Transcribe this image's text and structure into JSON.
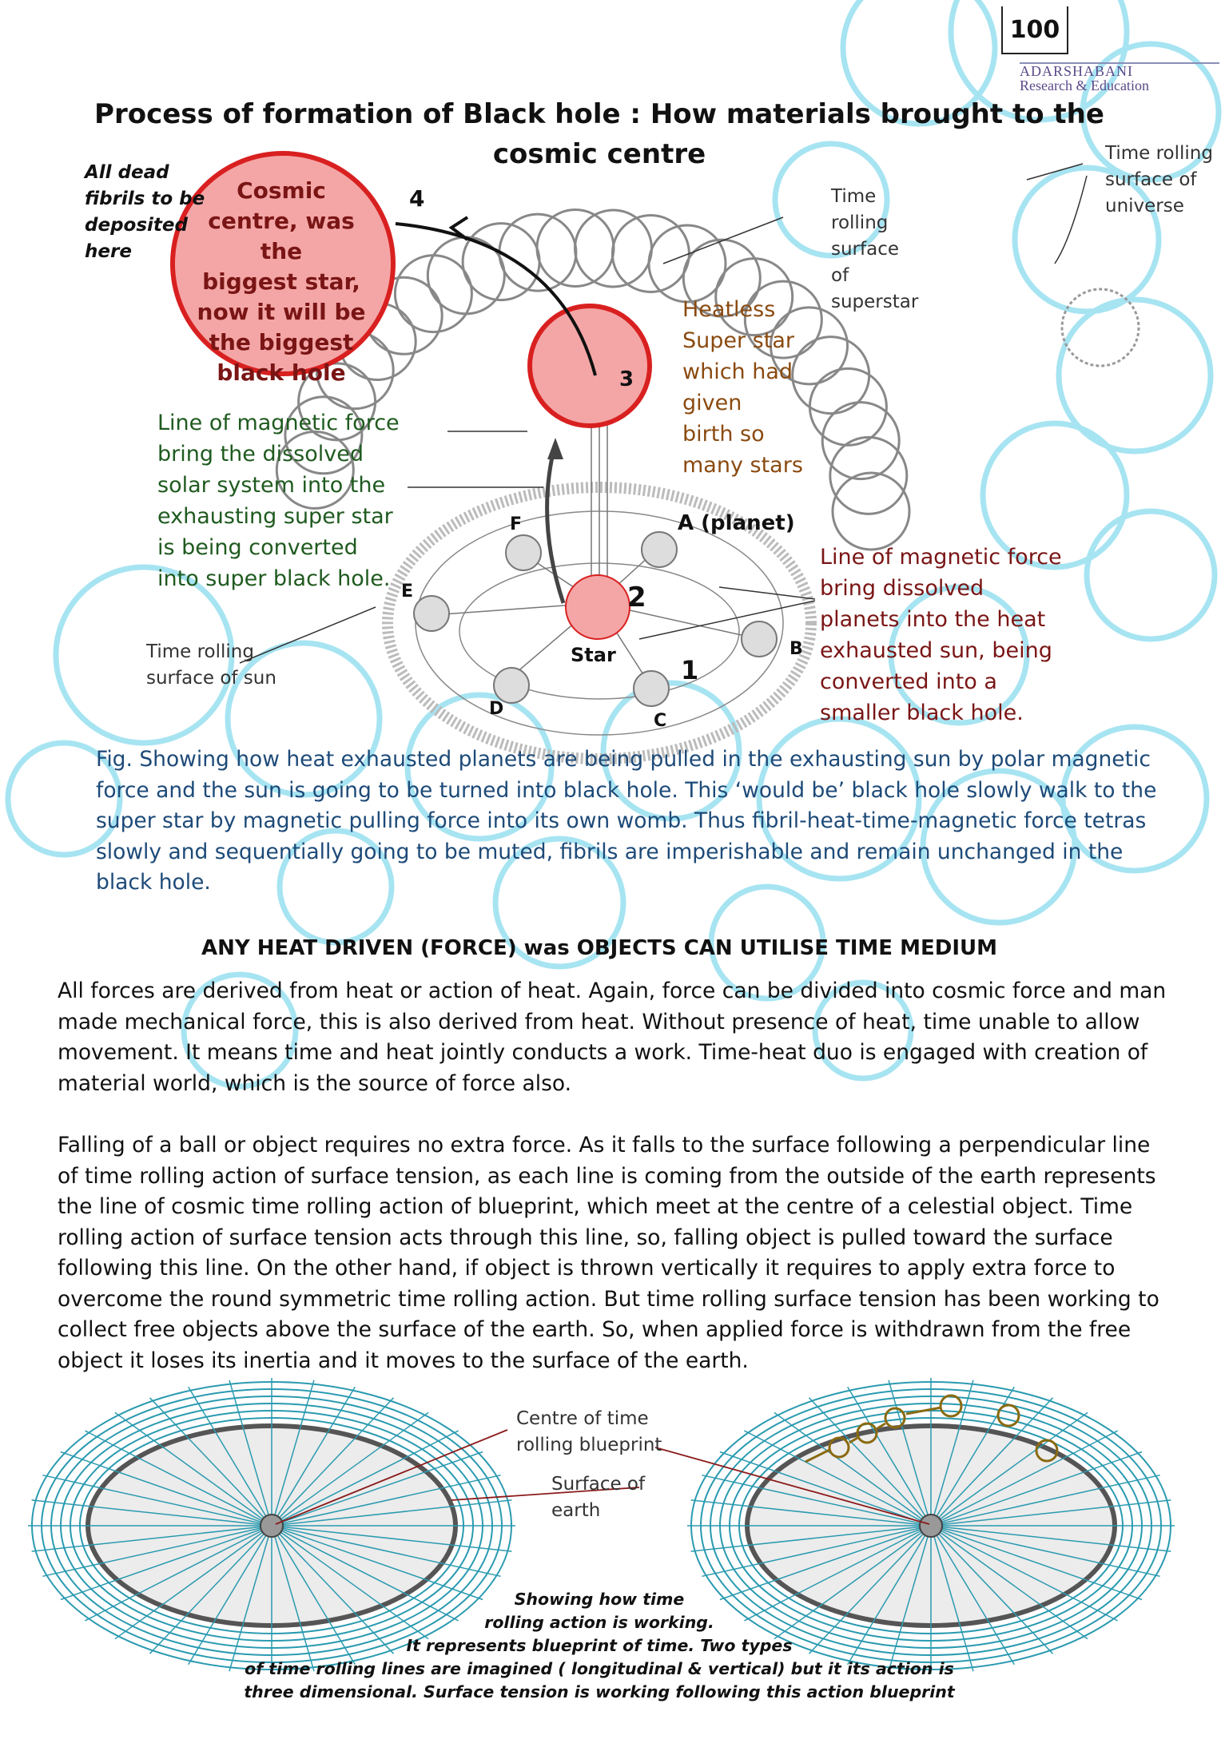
{
  "page": {
    "number": "100",
    "logo_line1": "ADARSHABANI",
    "logo_line2": "Research & Education"
  },
  "title": {
    "line1": "Process of formation of Black hole : How materials brought to the",
    "line2": "cosmic centre"
  },
  "figure1": {
    "dead_fibrils": [
      "All dead",
      "fibrils to be",
      "deposited",
      "here"
    ],
    "cosmic_centre": [
      "Cosmic",
      "centre, was the",
      "biggest star,",
      "now it will be",
      "the biggest",
      "black hole"
    ],
    "num_4": "4",
    "num_3": "3",
    "num_2": "2",
    "num_1": "1",
    "time_rolling_universe": [
      "Time rolling",
      "surface of",
      "universe"
    ],
    "time_rolling_superstar": [
      "Time",
      "rolling",
      "surface",
      "of",
      "superstar"
    ],
    "heatless_superstar": [
      "Heatless",
      "Super star",
      "which had",
      "given",
      "birth so",
      "many stars"
    ],
    "green_note": [
      "Line of magnetic force",
      "bring the dissolved",
      "solar system into the",
      "exhausting super star",
      "is being converted",
      "into super black hole."
    ],
    "brown_note": [
      "Line of magnetic force",
      "bring dissolved",
      "planets into the heat",
      "exhausted sun, being",
      "converted into a",
      "smaller black hole."
    ],
    "time_rolling_sun": [
      "Time rolling",
      "surface of sun"
    ],
    "planet_labels": {
      "A": "A  (planet)",
      "B": "B",
      "C": "C",
      "D": "D",
      "E": "E",
      "F": "F",
      "star": "Star"
    }
  },
  "caption": "Fig. Showing how heat exhausted planets are being pulled in the exhausting sun by polar magnetic force and the sun is going to be turned into black hole. This ‘would be’ black hole slowly walk to the super star by magnetic pulling force into its own womb. Thus fibril-heat-time-magnetic force tetras slowly and sequentially going to be muted, fibrils are imperishable and remain unchanged in the black hole.",
  "section_heading": "ANY HEAT DRIVEN (FORCE) was OBJECTS CAN UTILISE TIME MEDIUM",
  "paragraphs": [
    "All forces are derived from heat or action of heat. Again, force can be divided into cosmic force and man made mechanical force, this is also derived from heat. Without presence of heat, time unable to allow movement. It means time and heat jointly conducts a work. Time-heat duo is engaged with creation of material world, which is the source of force also.",
    "Falling of a ball or object requires no extra force. As it falls to the surface following a perpendicular line of time rolling action of surface tension, as each line is coming from the outside of the earth represents the line of cosmic time rolling action of blueprint, which meet at the centre of a celestial object. Time rolling action of surface tension acts through this line, so, falling object is pulled toward the surface following this line. On the other hand, if object is thrown vertically it requires to apply extra force to overcome the round symmetric time rolling action. But time rolling surface tension has been working to collect free objects above the surface of the earth. So, when applied force is withdrawn from the free object it loses its inertia and it moves to the surface of the earth."
  ],
  "figure2": {
    "centre_label": [
      "Centre of time",
      "rolling blueprint"
    ],
    "surface_label": [
      "Surface of",
      "earth"
    ],
    "caption_lines": [
      "Showing how time",
      "rolling action is working.",
      "It represents blueprint of time. Two types",
      "of time rolling lines are imagined ( longitudinal & vertical) but it its action is",
      "three dimensional. Surface tension is working following this action blueprint"
    ]
  },
  "colors": {
    "decor_cyan": "#a7e4f2",
    "teal_lines": "#2a9ab0",
    "pink_fill": "#f4a6a6",
    "pink_stroke": "#d92020",
    "caption_blue": "#1d4a78",
    "green_text": "#1f5a1f",
    "brown_text": "#7a1515"
  }
}
